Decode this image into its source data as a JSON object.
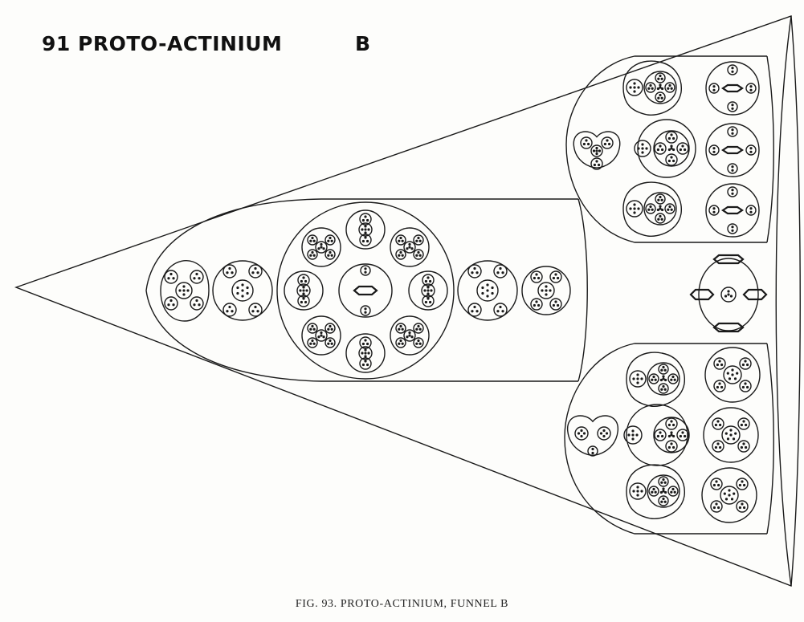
{
  "header": {
    "title": "91 PROTO-ACTINIUM",
    "variant": "B"
  },
  "figure": {
    "caption": "FIG.  93.  PROTO-ACTINIUM,  FUNNEL  B"
  },
  "colors": {
    "ink": "#1a1a1a",
    "paper": "#fdfdfb"
  }
}
